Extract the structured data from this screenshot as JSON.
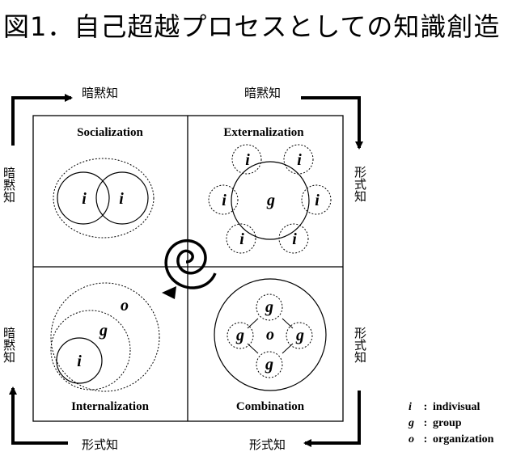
{
  "title": "図1．自己超越プロセスとしての知識創造",
  "edge_labels": {
    "top_left": "暗黙知",
    "top_right": "暗黙知",
    "right_top": "形式知",
    "right_bottom": "形式知",
    "bottom_right": "形式知",
    "bottom_left": "形式知",
    "left_top": "暗黙知",
    "left_bottom": "暗黙知"
  },
  "quadrants": {
    "socialization": "Socialization",
    "externalization": "Externalization",
    "internalization": "Internalization",
    "combination": "Combination"
  },
  "symbols": {
    "i": "i",
    "g": "g",
    "o": "o"
  },
  "legend": [
    {
      "symbol": "i",
      "colon": ":",
      "label": "indivisual"
    },
    {
      "symbol": "g",
      "colon": ":",
      "label": "group"
    },
    {
      "symbol": "o",
      "colon": ":",
      "label": "organization"
    }
  ]
}
